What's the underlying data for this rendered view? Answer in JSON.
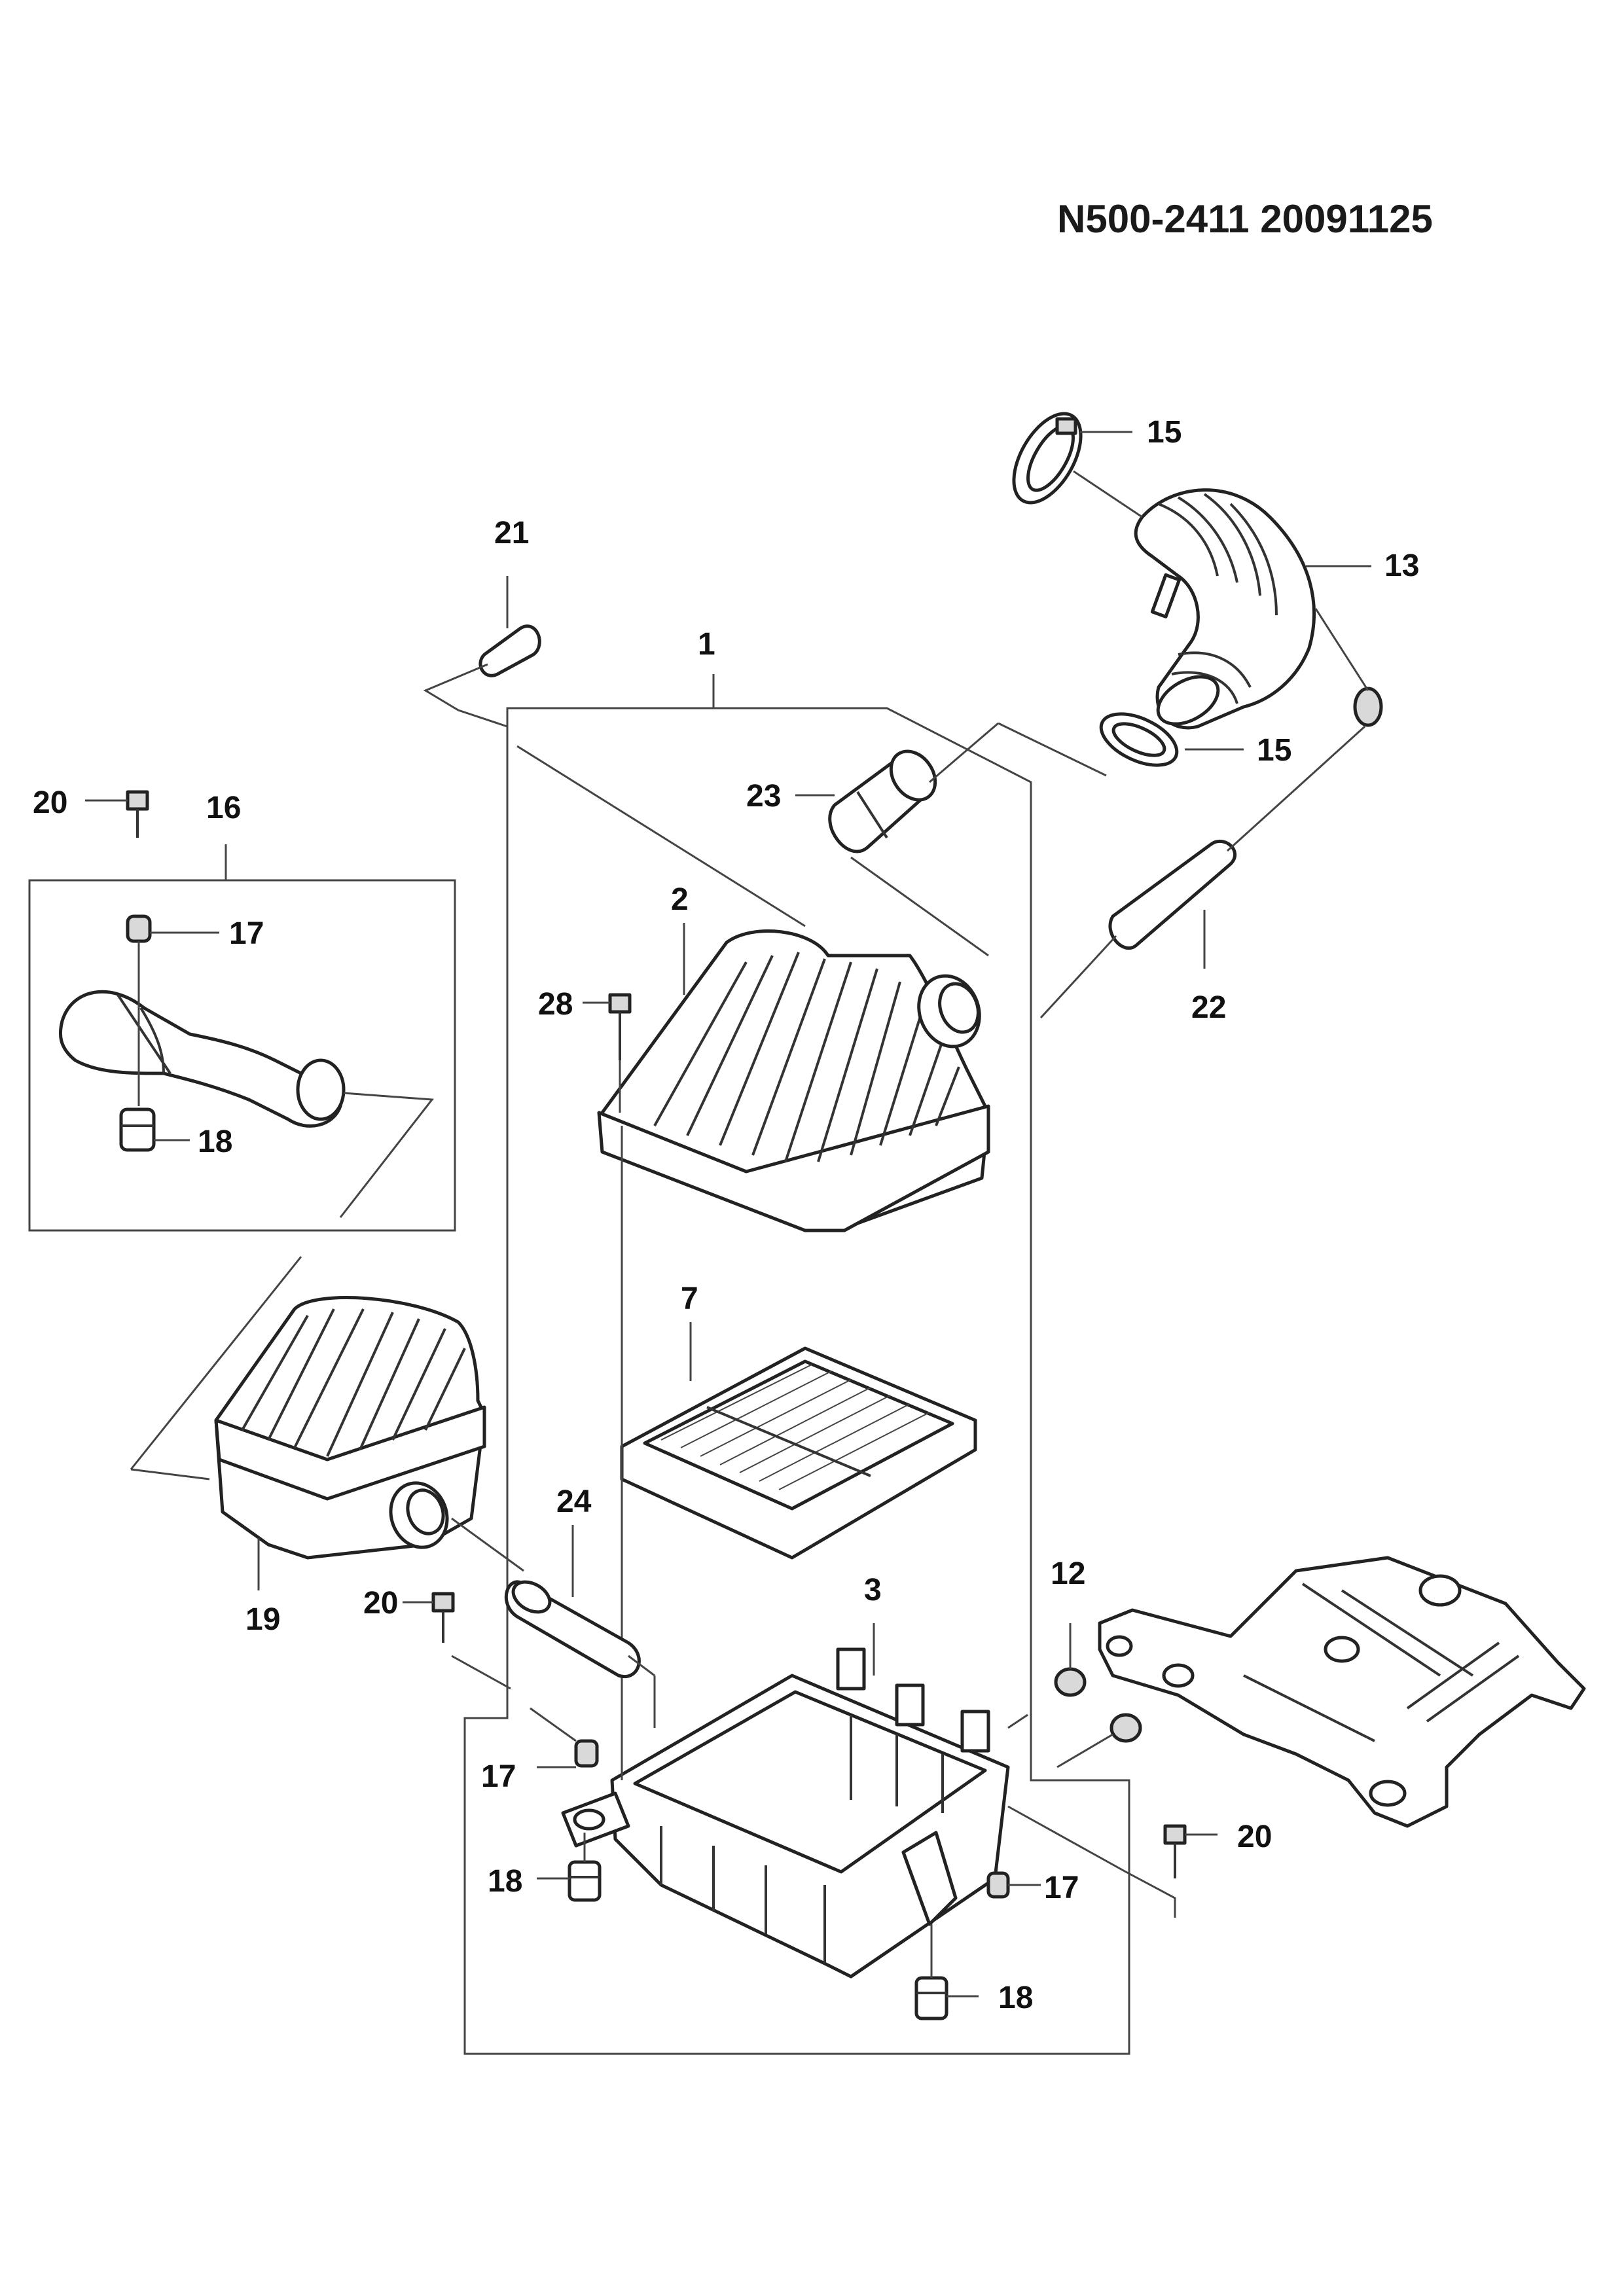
{
  "document_code": "N500-2411  20091125",
  "callouts": {
    "c1": "1",
    "c2": "2",
    "c3": "3",
    "c7": "7",
    "c12": "12",
    "c13": "13",
    "c15a": "15",
    "c15b": "15",
    "c16": "16",
    "c17a": "17",
    "c17b": "17",
    "c17c": "17",
    "c18a": "18",
    "c18b": "18",
    "c18c": "18",
    "c19": "19",
    "c20a": "20",
    "c20b": "20",
    "c20c": "20",
    "c21": "21",
    "c22": "22",
    "c23": "23",
    "c24": "24",
    "c28": "28"
  },
  "colors": {
    "line": "#333333",
    "text": "#111111",
    "background": "#ffffff"
  }
}
